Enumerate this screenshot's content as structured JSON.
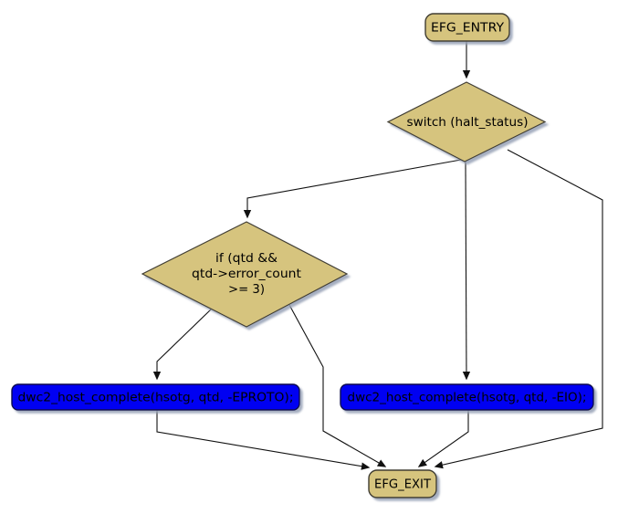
{
  "diagram": {
    "type": "control-flow-graph",
    "background": "#FFFFFF"
  },
  "colors": {
    "terminal_fill": "#D6C47E",
    "terminal_border": "#413D33",
    "decision_fill": "#D6C47E",
    "decision_border": "#413D33",
    "action_fill": "#0403F2",
    "action_border": "#0A0A50",
    "edge": "#111111",
    "shadow": "#95A0B6",
    "text": "#000000"
  },
  "nodes": {
    "efg_entry": {
      "label": "EFG_ENTRY",
      "type": "terminal"
    },
    "switch_halt_status": {
      "label": "switch (halt_status)",
      "type": "decision"
    },
    "if_qtd_error_count": {
      "lines": [
        "if (qtd &&",
        "qtd->error_count",
        ">= 3)"
      ],
      "type": "decision"
    },
    "call_eproto": {
      "label": "dwc2_host_complete(hsotg, qtd, -EPROTO);",
      "type": "action"
    },
    "call_eio": {
      "label": "dwc2_host_complete(hsotg, qtd, -EIO);",
      "type": "action"
    },
    "efg_exit": {
      "label": "EFG_EXIT",
      "type": "terminal"
    }
  },
  "edges": [
    {
      "from": "efg_entry",
      "to": "switch_halt_status"
    },
    {
      "from": "switch_halt_status",
      "to": "if_qtd_error_count"
    },
    {
      "from": "switch_halt_status",
      "to": "call_eio"
    },
    {
      "from": "switch_halt_status",
      "to": "efg_exit"
    },
    {
      "from": "if_qtd_error_count",
      "to": "call_eproto"
    },
    {
      "from": "if_qtd_error_count",
      "to": "efg_exit"
    },
    {
      "from": "call_eproto",
      "to": "efg_exit"
    },
    {
      "from": "call_eio",
      "to": "efg_exit"
    }
  ]
}
